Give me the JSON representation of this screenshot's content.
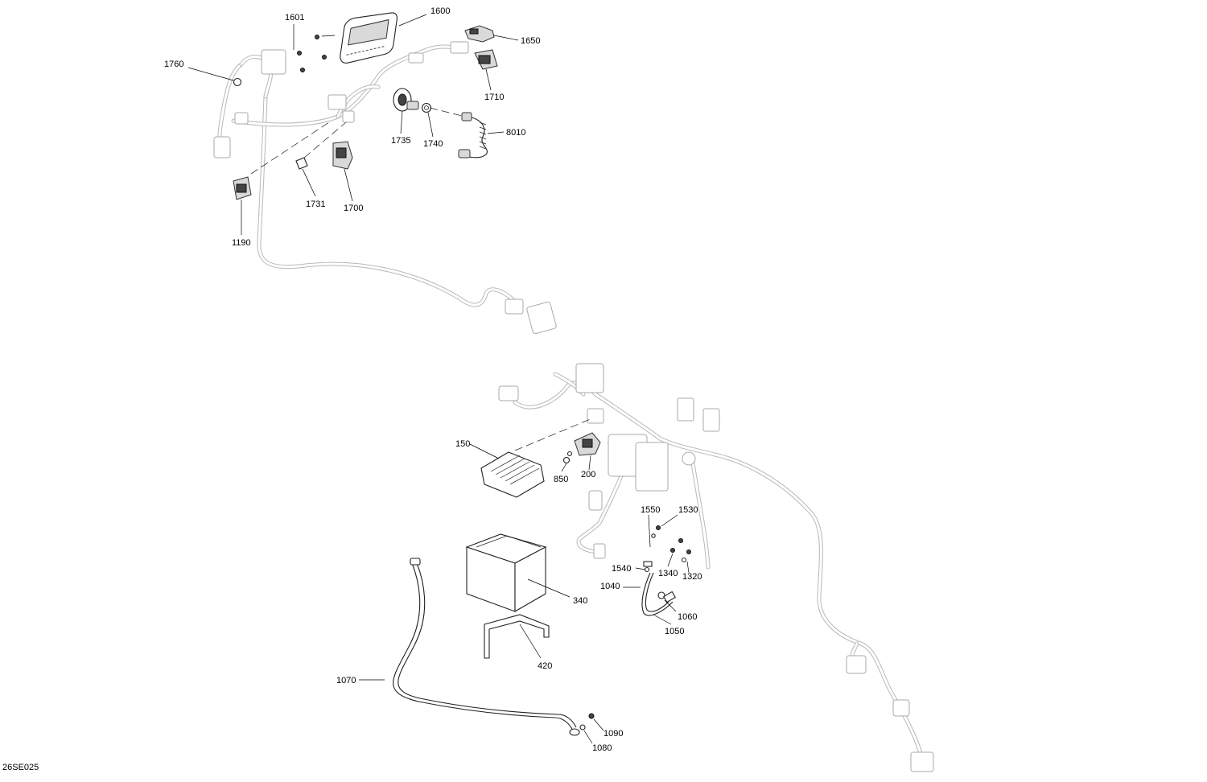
{
  "reference": "26SE025",
  "callouts": {
    "c1600": "1600",
    "c1601": "1601",
    "c1650": "1650",
    "c1710": "1710",
    "c1760": "1760",
    "c1735": "1735",
    "c1740": "1740",
    "c8010": "8010",
    "c1731": "1731",
    "c1700": "1700",
    "c1190": "1190",
    "c150": "150",
    "c850": "850",
    "c200": "200",
    "c1550": "1550",
    "c1530": "1530",
    "c1540": "1540",
    "c1340": "1340",
    "c1320": "1320",
    "c1040": "1040",
    "c1060": "1060",
    "c1050": "1050",
    "c340": "340",
    "c420": "420",
    "c1070": "1070",
    "c1090": "1090",
    "c1080": "1080"
  }
}
